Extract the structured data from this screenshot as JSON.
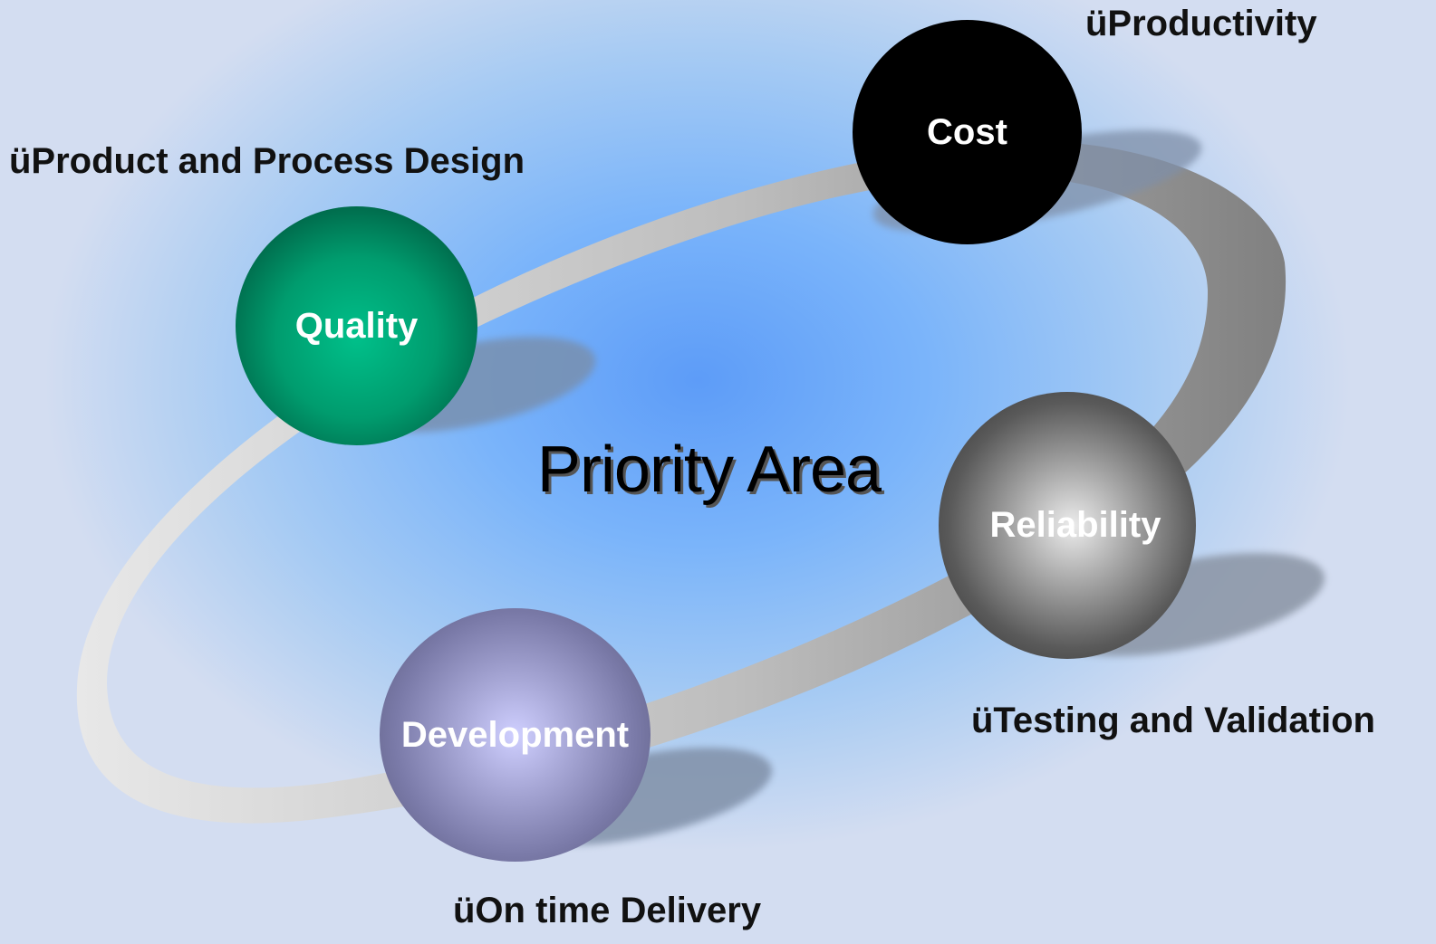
{
  "diagram": {
    "center_title": "Priority Area",
    "nodes": [
      {
        "id": "quality",
        "label": "Quality",
        "detail": "üProduct and Process Design",
        "color": "#00c08a"
      },
      {
        "id": "cost",
        "label": "Cost",
        "detail": "üProductivity",
        "color": "#000000"
      },
      {
        "id": "reliability",
        "label": "Reliability",
        "detail": "üTesting and Validation",
        "color": "#e6e6e6"
      },
      {
        "id": "development",
        "label": "Development",
        "detail": "üOn time Delivery",
        "color": "#c8c8f8"
      }
    ]
  }
}
